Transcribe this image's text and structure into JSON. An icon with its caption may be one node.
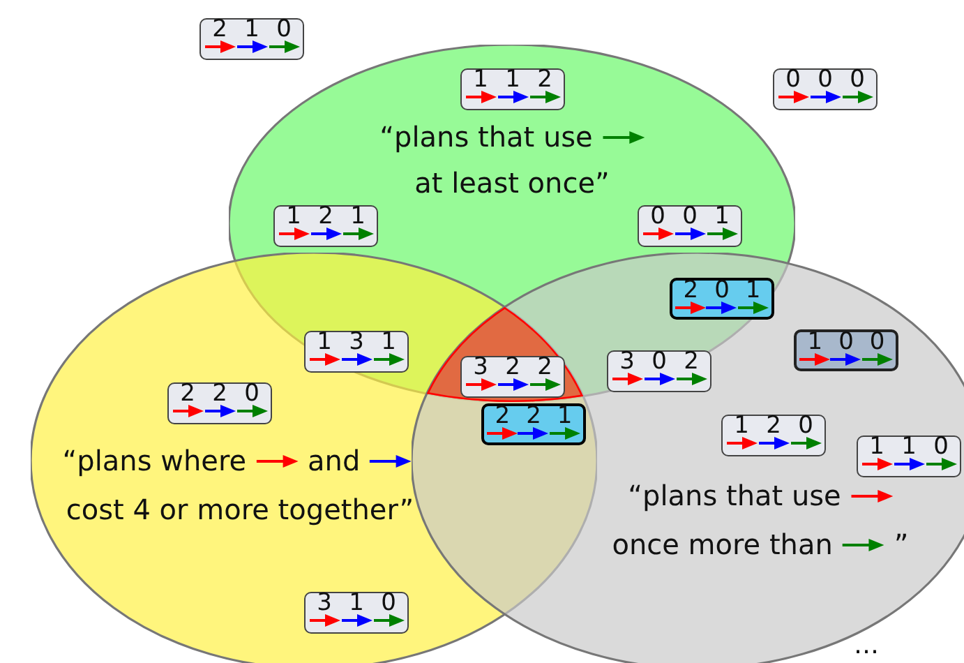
{
  "diagram": {
    "nodes": [
      {
        "text": [
          "“plans that use",
          "at least once”"
        ]
      },
      {
        "text": [
          "“plans where",
          "and",
          "cost 4 or more together”"
        ]
      },
      {
        "text": [
          "“plans that use",
          "once more than",
          "”"
        ]
      },
      {
        "text": [
          "2",
          "1",
          "0"
        ]
      },
      {
        "text": [
          "1",
          "1",
          "2"
        ],
        "in": 0
      },
      {
        "text": [
          "0",
          "0",
          "0"
        ]
      },
      {
        "text": [
          "1",
          "2",
          "1"
        ],
        "in": 0
      },
      {
        "text": [
          "0",
          "0",
          "1"
        ],
        "in": 0
      },
      {
        "text": [
          "2",
          "0",
          "1"
        ]
      },
      {
        "text": [
          "1",
          "0",
          "0"
        ],
        "in": 2
      },
      {
        "text": [
          "1",
          "3",
          "1"
        ]
      },
      {
        "text": [
          "3",
          "2",
          "2"
        ]
      },
      {
        "text": [
          "3",
          "0",
          "2"
        ]
      },
      {
        "text": [
          "2",
          "2",
          "1"
        ]
      },
      {
        "text": [
          "2",
          "2",
          "0"
        ],
        "in": 1
      },
      {
        "text": [
          "1",
          "2",
          "0"
        ],
        "in": 2
      },
      {
        "text": [
          "1",
          "1",
          "0"
        ],
        "in": 2
      },
      {
        "text": [
          "3",
          "1",
          "0"
        ],
        "in": 1
      }
    ],
    "labels": [
      "…"
    ]
  }
}
